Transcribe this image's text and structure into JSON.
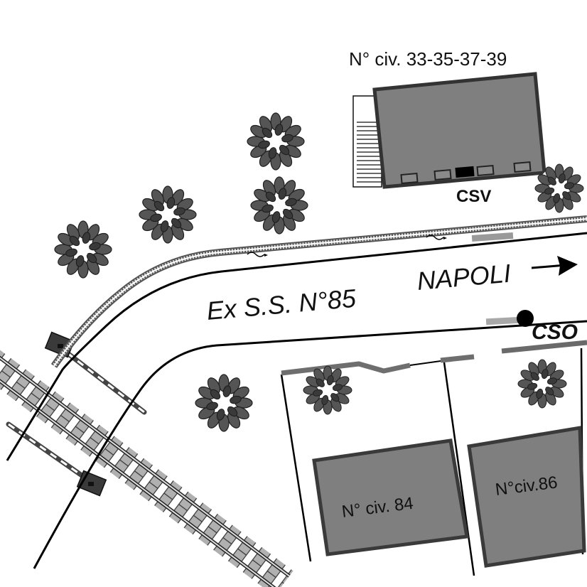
{
  "labels": {
    "top_building": "N° civ. 33-35-37-39",
    "csv": "CSV",
    "napoli": "NAPOLI",
    "road": "Ex S.S. N°85",
    "cso": "CSO",
    "building_84": "N° civ. 84",
    "building_86": "N°civ.86"
  },
  "colors": {
    "building_fill": "#7f7f7f",
    "building_stroke": "#3a3a3a",
    "tree_dark": "#3c3c3c",
    "tree_light": "#6e6e6e",
    "road_line": "#000000",
    "fence": "#707070"
  },
  "icons": {
    "arrow": "arrow-right-icon",
    "tree": "tree-icon",
    "manhole": "manhole-icon"
  }
}
